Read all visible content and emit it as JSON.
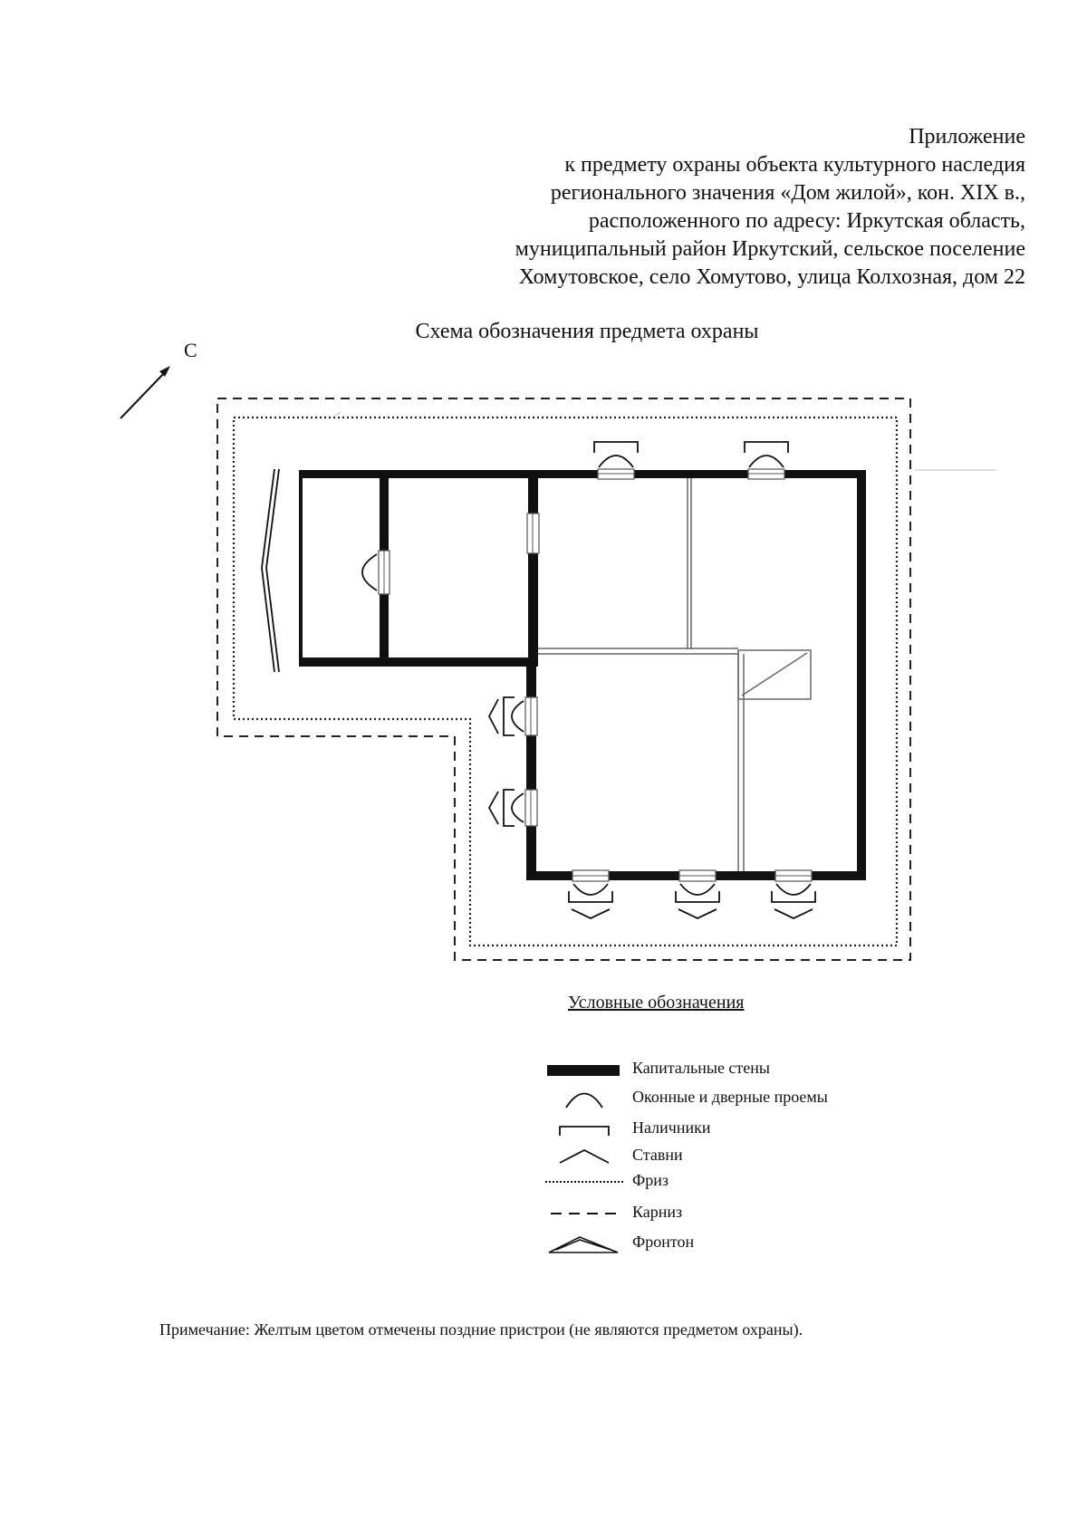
{
  "header": {
    "lines": [
      "Приложение",
      "к предмету охраны объекта культурного наследия",
      "регионального значения «Дом жилой», кон. XIX в.,",
      "расположенного по адресу: Иркутская область,",
      "муниципальный район Иркутский, сельское поселение",
      "Хомутовское, село Хомутово, улица Колхозная, дом 22"
    ]
  },
  "scheme": {
    "title": "Схема обозначения предмета охраны",
    "north_label": "С"
  },
  "legend": {
    "title": "Условные обозначения",
    "items": [
      {
        "symbol": "capital-wall",
        "label": "Капитальные стены"
      },
      {
        "symbol": "opening-arc",
        "label": "Оконные и дверные  проемы"
      },
      {
        "symbol": "casing-bracket",
        "label": "Наличники"
      },
      {
        "symbol": "shutter-chevron",
        "label": "Ставни"
      },
      {
        "symbol": "frieze-dotted",
        "label": "Фриз"
      },
      {
        "symbol": "cornice-dashed",
        "label": "Карниз"
      },
      {
        "symbol": "pediment-triangle",
        "label": "Фронтон"
      }
    ]
  },
  "note": "Примечание: Желтым цветом отмечены поздние пристрои (не являются предметом охраны)."
}
